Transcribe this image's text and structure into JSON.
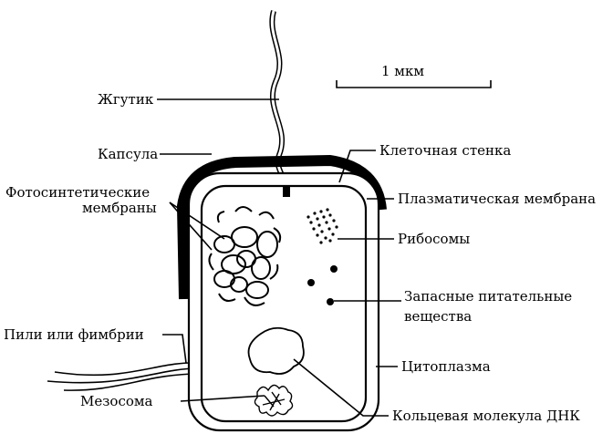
{
  "diagram": {
    "scale_bar": "1 мкм",
    "labels": {
      "flagellum": "Жгутик",
      "capsule": "Капсула",
      "cell_wall": "Клеточная стенка",
      "photosynthetic_membranes_line1": "Фотосинтетические",
      "photosynthetic_membranes_line2": "мембраны",
      "plasma_membrane": "Плазматическая мембрана",
      "ribosomes": "Рибосомы",
      "reserve_nutrients_line1": "Запасные питательные",
      "reserve_nutrients_line2": "вещества",
      "pili": "Пили или фимбрии",
      "cytoplasm": "Цитоплазма",
      "mesosome": "Мезосома",
      "dna": "Кольцевая молекула ДНК"
    }
  }
}
